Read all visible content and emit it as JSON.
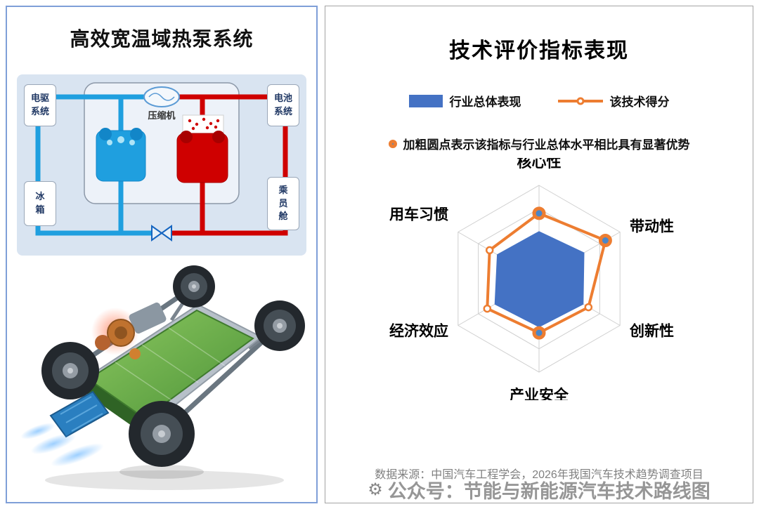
{
  "left_panel": {
    "title": "高效宽温域热泵系统",
    "diagram": {
      "compressor_label": "压缩机",
      "label_top_left": "电驱\n系统",
      "label_top_right": "电池\n系统",
      "label_bottom_left": "冰\n箱",
      "label_bottom_right": "乘\n员\n舱",
      "cold_color": "#1f9fdf",
      "hot_color": "#cf0000"
    }
  },
  "right_panel": {
    "source": "数据来源：中国汽车工程学会，2026年我国汽车技术趋势调查项目"
  },
  "watermark": {
    "icon": "gear-logo",
    "text": "公众号：节能与新能源汽车技术路线图"
  },
  "chart_data": {
    "type": "radar",
    "title": "技术评价指标表现",
    "categories": [
      "核心性",
      "带动性",
      "创新性",
      "产业安全",
      "经济效应",
      "用车习惯"
    ],
    "max": 100,
    "grid_levels": 4,
    "series": [
      {
        "name": "行业总体表现",
        "style": "filled-area",
        "color": "#4472c4",
        "values": [
          51,
          56,
          55,
          52,
          55,
          52
        ]
      },
      {
        "name": "该技术得分",
        "style": "line",
        "color": "#ed7d31",
        "values": [
          70,
          82,
          61,
          58,
          64,
          61
        ],
        "bold_points": [
          0,
          1,
          3
        ],
        "bold_point_fill": "#4a86c8"
      }
    ],
    "legend_position": "top",
    "note": "加粗圆点表示该指标与行业总体水平相比具有显著优势",
    "grid": true
  }
}
